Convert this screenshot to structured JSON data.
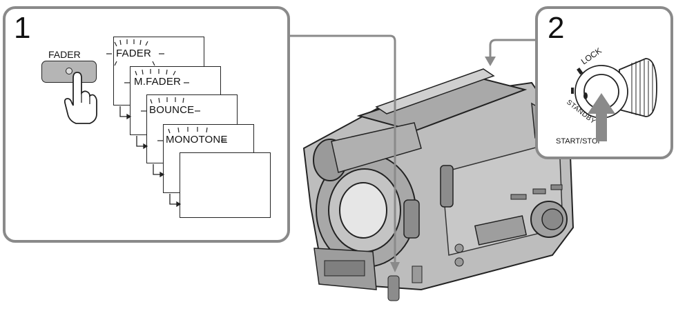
{
  "step1": {
    "number": "1",
    "button_label": "FADER",
    "cards": [
      "FADER",
      "M.FADER",
      "BOUNCE",
      "MONOTONE",
      ""
    ]
  },
  "step2": {
    "number": "2",
    "lock_label": "LOCK",
    "standby_label": "STANDBY",
    "startstop_label": "START/STOP"
  },
  "colors": {
    "panel_border": "#8a8a8a",
    "arrow": "#8a8a8a",
    "camera_body": "#b9b9b9"
  }
}
